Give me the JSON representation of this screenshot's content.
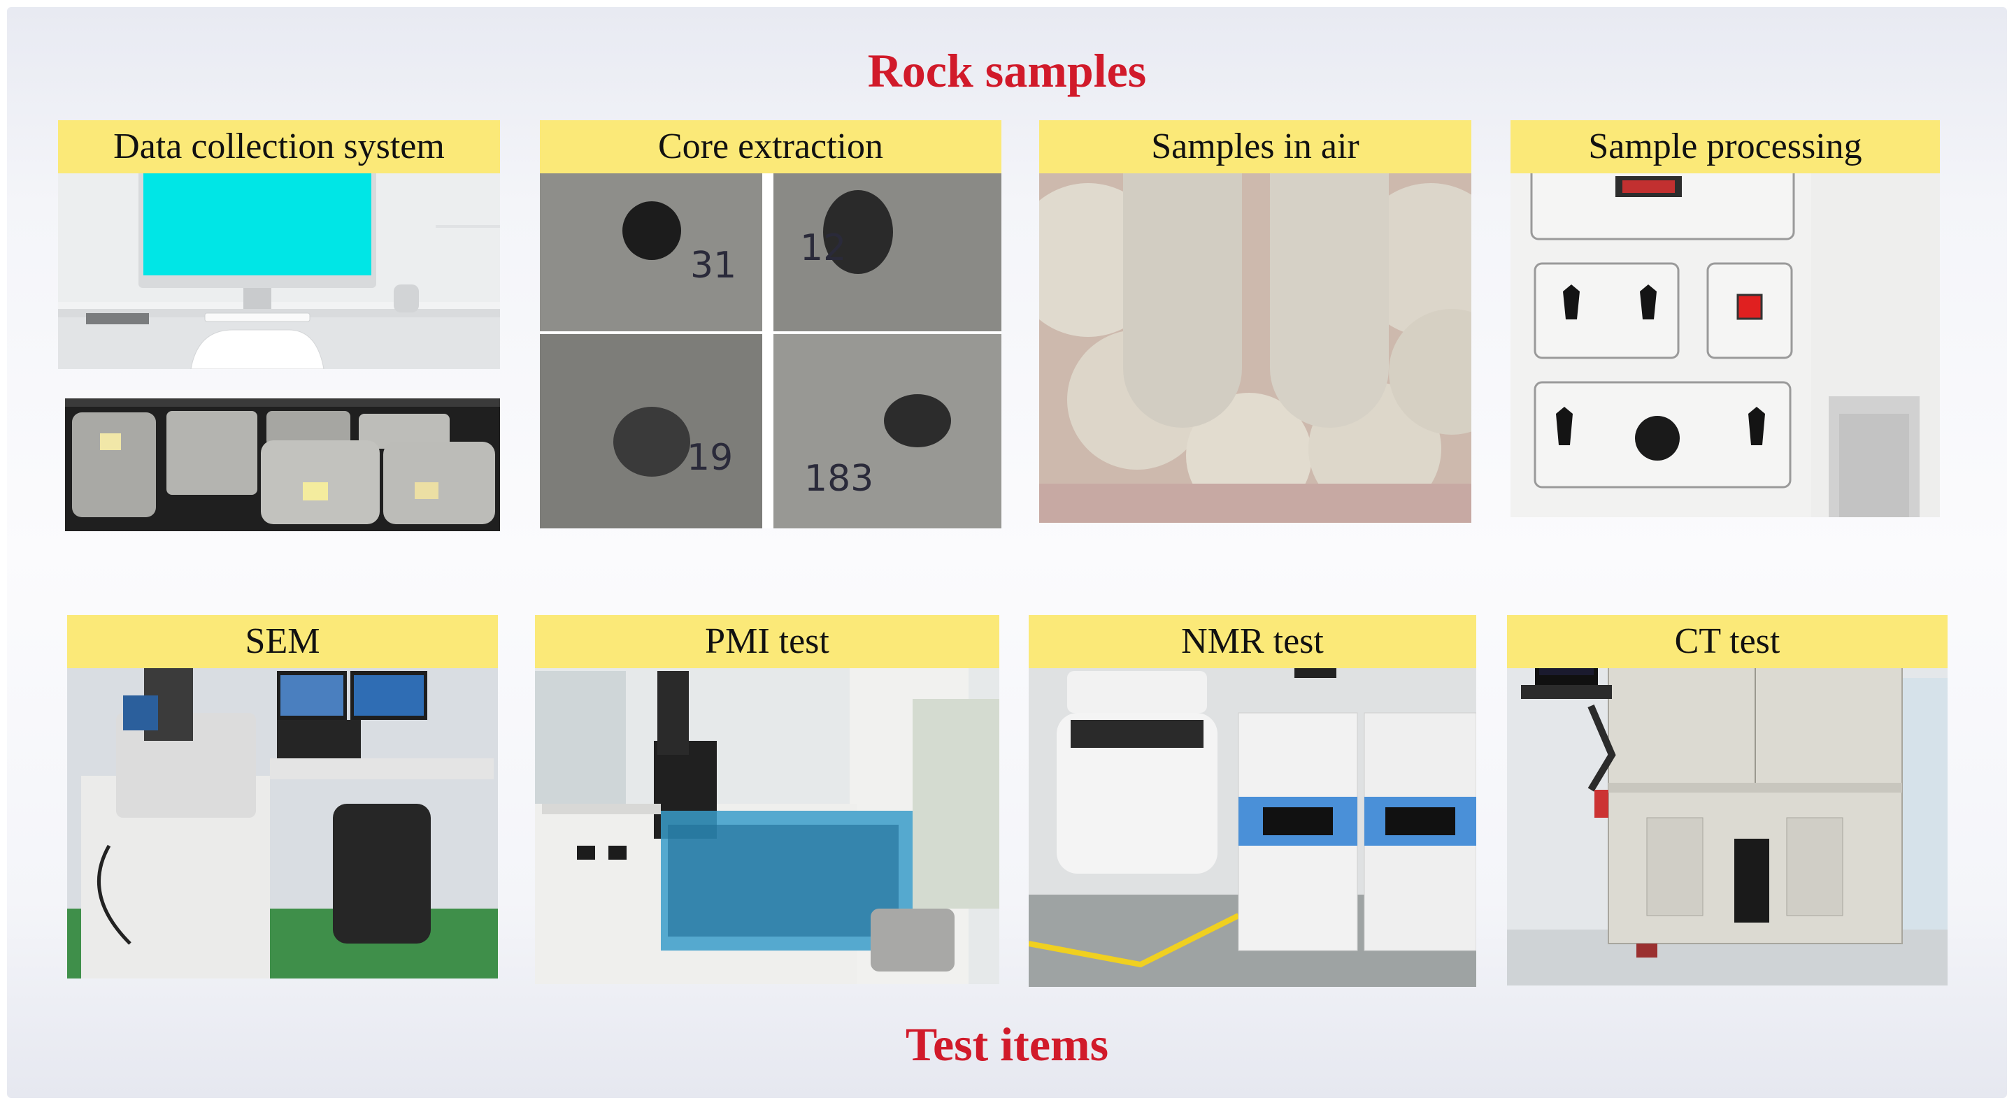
{
  "headings": {
    "top": "Rock samples",
    "bottom": "Test items"
  },
  "panels": {
    "data_collection": "Data collection system",
    "core_extraction": "Core extraction",
    "samples_in_air": "Samples in air",
    "sample_processing": "Sample processing",
    "sem": "SEM",
    "pmi": "PMI test",
    "nmr": "NMR test",
    "ct": "CT test"
  },
  "core_labels": [
    "31",
    "12",
    "19",
    "183"
  ],
  "colors": {
    "heading": "#d11a2a",
    "label_bar": "#fbe978",
    "monitor_screen": "#00e6e6",
    "nmr_stripe": "#4a90d8"
  }
}
